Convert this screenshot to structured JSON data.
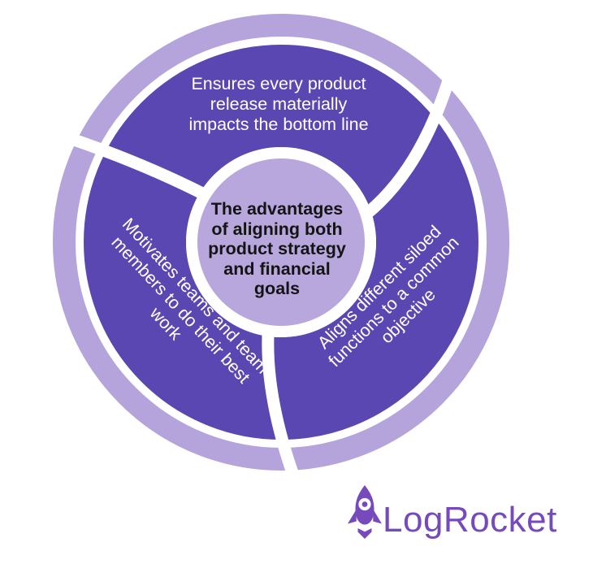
{
  "diagram": {
    "title": "The advantages of aligning both product strategy and financial goals",
    "center": {
      "lines": [
        "The advantages",
        "of aligning both",
        "product strategy",
        "and financial",
        "goals"
      ]
    },
    "segments": [
      {
        "id": "top",
        "label": "Ensures every product release materially impacts the bottom line",
        "lines": [
          "Ensures every product",
          "release materially",
          "impacts the bottom line"
        ]
      },
      {
        "id": "left",
        "label": "Motivates teams and team members to do their best work",
        "lines": [
          "Motivates teams and team",
          "members to do their best",
          "work"
        ]
      },
      {
        "id": "right",
        "label": "Aligns different siloed functions to a common objective",
        "lines": [
          "Aligns different siloed",
          "functions to a common",
          "objective"
        ]
      }
    ],
    "colors": {
      "segment": "#5a47b1",
      "outer_ring": "#b5a3db",
      "center_circle": "#b7a7dd",
      "divider": "#ffffff",
      "segment_text": "#ffffff",
      "center_text": "#141414"
    }
  },
  "logo": {
    "text": "LogRocket",
    "color": "#764abc",
    "icon": "rocket-icon"
  }
}
